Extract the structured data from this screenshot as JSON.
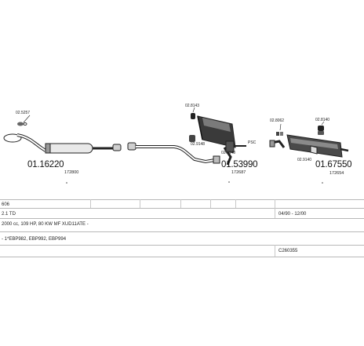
{
  "parts": {
    "a_small": "02.5257",
    "a_code": "01.16220",
    "a_sub": "172800",
    "b_small_top": "02.8143",
    "b_small_mid": "02.9148",
    "b_small_low": "02.9148",
    "b_mark": "PSC",
    "b_code": "01.53990",
    "b_sub": "172687",
    "c_small_left": "02.8062",
    "c_small_right": "02.8140",
    "c_small_low": "02.9140",
    "c_code": "01.67550",
    "c_sub": "172654"
  },
  "spec": {
    "model": "606",
    "engine": "2.1 TD",
    "date_range": "04/90 - 12/00",
    "details": "2000 cc, 109 HP, 80 KW MF XUD11ATE -",
    "refs": "- 1*EBP982, EBP992, EBP994",
    "catalog_code": "C260355"
  }
}
